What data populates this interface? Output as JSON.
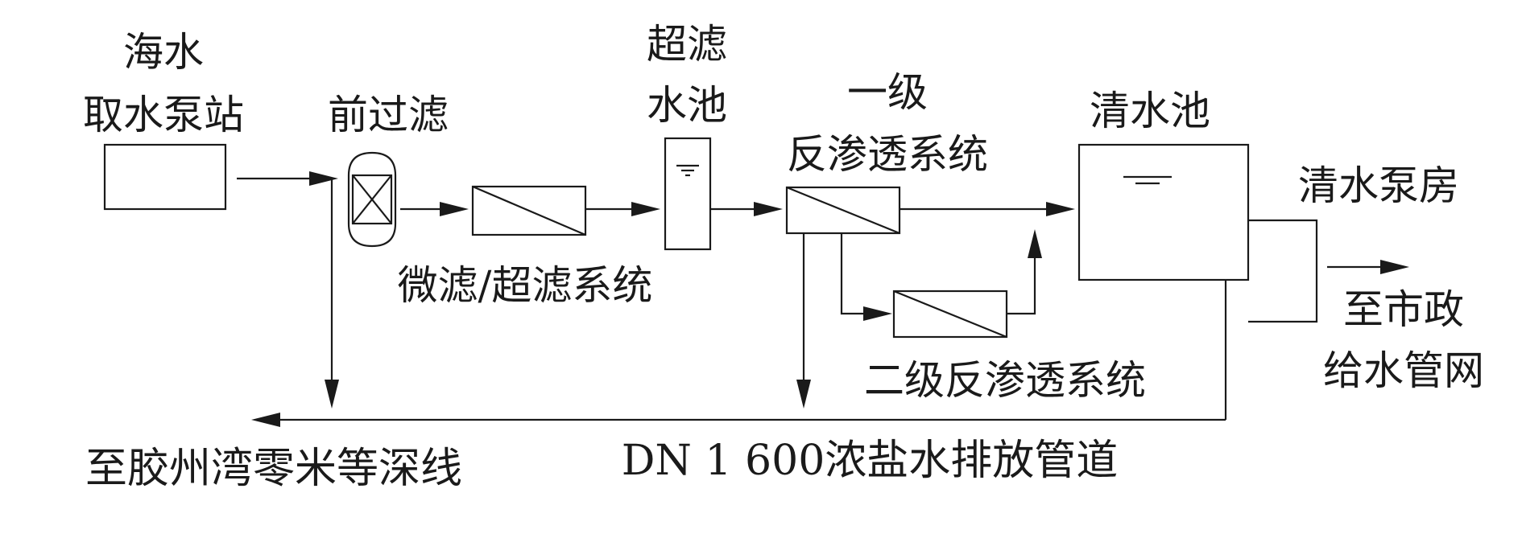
{
  "labels": {
    "intake_line1": "海水",
    "intake_line2": "取水泵站",
    "prefilter": "前过滤",
    "uf_tank_line1": "超滤",
    "uf_tank_line2": "水池",
    "ro1_line1": "一级",
    "ro1_line2": "反渗透系统",
    "clear_tank": "清水池",
    "clear_pump": "清水泵房",
    "mf_uf": "微滤/超滤系统",
    "ro2": "二级反渗透系统",
    "municipal_line1": "至市政",
    "municipal_line2": "给水管网",
    "outfall_dest": "至胶州湾零米等深线",
    "brine_pipe": "DN 1 600浓盐水排放管道"
  },
  "colors": {
    "stroke": "#1a1a1a",
    "background": "#ffffff"
  }
}
